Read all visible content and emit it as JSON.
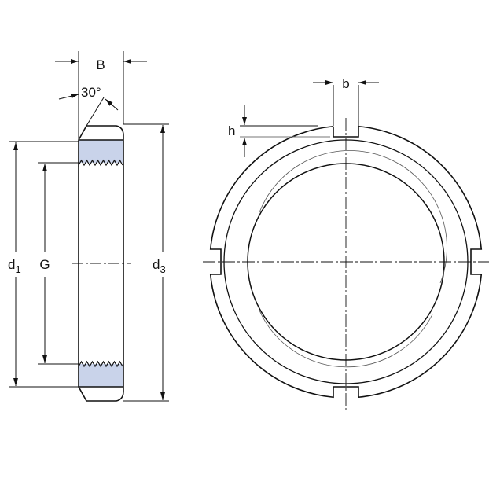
{
  "labels": {
    "B": "B",
    "angle": "30°",
    "d1": "d",
    "d1_sub": "1",
    "G": "G",
    "d3": "d",
    "d3_sub": "3",
    "b": "b",
    "h": "h"
  },
  "colors": {
    "shade": "#c9d3ea",
    "line": "#111111",
    "thin": "#555555"
  }
}
